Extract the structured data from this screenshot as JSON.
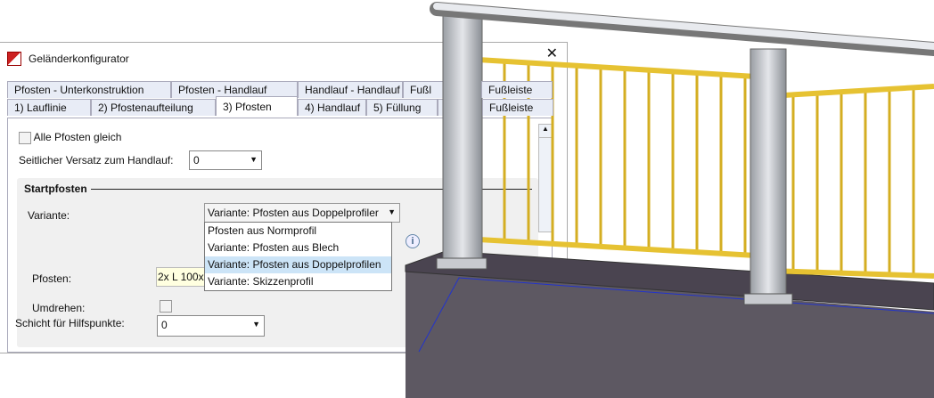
{
  "window": {
    "title": "Geländerkonfigurator",
    "close": "✕"
  },
  "tabs_row1": [
    "Pfosten - Unterkonstruktion",
    "Pfosten - Handlauf",
    "Handlauf - Handlauf",
    "Fußl",
    "Fußleiste"
  ],
  "tabs_row2": [
    "1) Lauflinie",
    "2) Pfostenaufteilung",
    "3) Pfosten",
    "4) Handlauf",
    "5) Füllung",
    "Fußleiste"
  ],
  "form": {
    "alle_pfosten": "Alle Pfosten gleich",
    "versatz_label": "Seitlicher Versatz zum Handlauf:",
    "versatz_value": "0",
    "group_title": "Startpfosten",
    "variante_label": "Variante:",
    "variante_value": "Variante: Pfosten aus Doppelprofiler",
    "variante_options": [
      "Pfosten aus Normprofil",
      "Variante: Pfosten aus Blech",
      "Variante: Pfosten aus Doppelprofilen",
      "Variante: Skizzenprofil"
    ],
    "pfosten_label": "Pfosten:",
    "pfosten_value": "2x L 100x",
    "umdrehen_label": "Umdrehen:",
    "schicht_label": "Schicht für Hilfspunkte:",
    "schicht_value": "0",
    "info": "i"
  }
}
